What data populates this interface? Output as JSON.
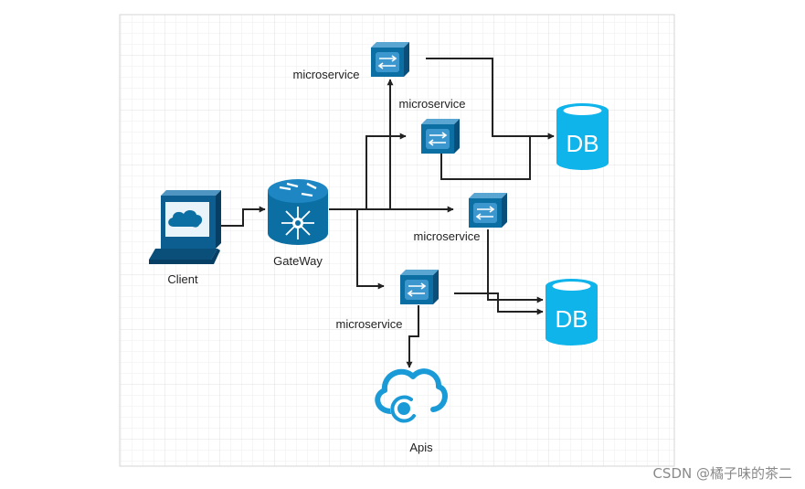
{
  "colors": {
    "accent": "#1a9bd7",
    "device_dark": "#0b6fa4",
    "db": "#0fb4ea",
    "edge": "#222222",
    "grid": "#e6e6e6"
  },
  "nodes": {
    "client": {
      "label": "Client",
      "icon": "computer-terminal-icon"
    },
    "gateway": {
      "label": "GateWay",
      "icon": "router-hub-icon"
    },
    "ms1": {
      "label": "microservice",
      "icon": "switch-box-icon"
    },
    "ms2": {
      "label": "microservice",
      "icon": "switch-box-icon"
    },
    "ms3": {
      "label": "microservice",
      "icon": "switch-box-icon"
    },
    "ms4": {
      "label": "microservice",
      "icon": "switch-box-icon"
    },
    "db1": {
      "label": "DB",
      "icon": "database-cylinder-icon"
    },
    "db2": {
      "label": "DB",
      "icon": "database-cylinder-icon"
    },
    "apis": {
      "label": "Apis",
      "icon": "cloud-api-icon"
    }
  },
  "edges": [
    {
      "from": "client",
      "to": "gateway"
    },
    {
      "from": "gateway",
      "to": "ms1"
    },
    {
      "from": "gateway",
      "to": "ms2"
    },
    {
      "from": "gateway",
      "to": "ms3"
    },
    {
      "from": "gateway",
      "to": "ms4"
    },
    {
      "from": "ms1",
      "to": "db1"
    },
    {
      "from": "ms2",
      "to": "db1"
    },
    {
      "from": "ms3",
      "to": "db2"
    },
    {
      "from": "ms4",
      "to": "db2"
    },
    {
      "from": "ms4",
      "to": "apis"
    }
  ],
  "watermark": "CSDN @橘子味的茶二"
}
